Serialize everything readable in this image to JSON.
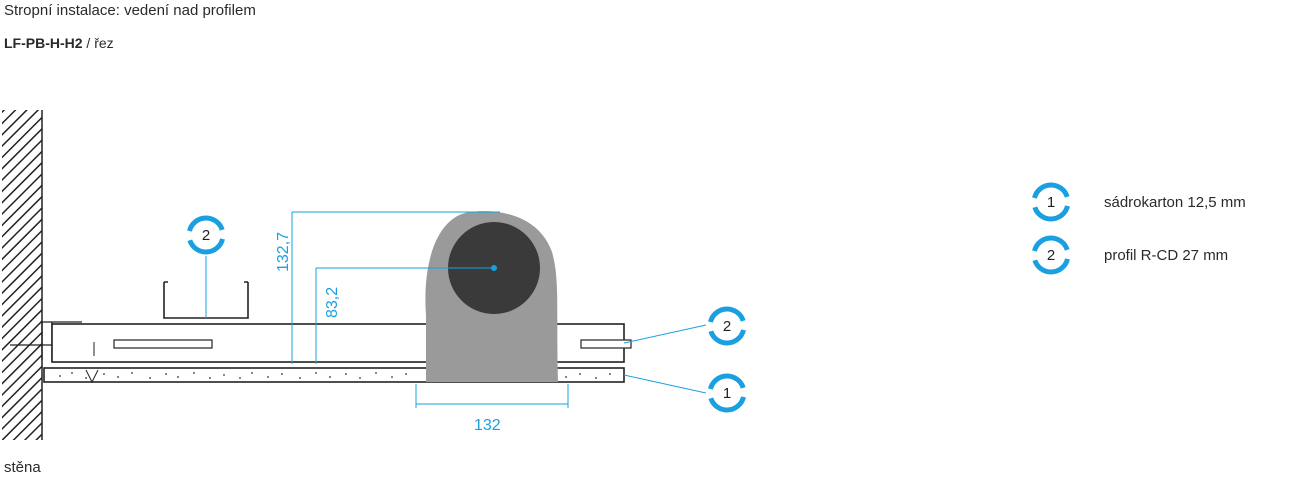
{
  "header": {
    "title": "Stropní instalace: vedení nad profilem",
    "code": "LF-PB-H-H2",
    "suffix": " / řez"
  },
  "labels": {
    "wall": "stěna"
  },
  "dimensions": {
    "height_total": "132,7",
    "height_center": "83,2",
    "width": "132"
  },
  "callouts": {
    "profile_top": "2",
    "profile_right": "2",
    "board_right": "1"
  },
  "legend": [
    {
      "number": "1",
      "text": "sádrokarton 12,5 mm"
    },
    {
      "number": "2",
      "text": "profil R-CD 27 mm"
    }
  ],
  "colors": {
    "accent": "#1aa0e0",
    "fixture_body": "#9a9a9a",
    "fixture_core": "#3a3a3a",
    "outline": "#222222"
  }
}
